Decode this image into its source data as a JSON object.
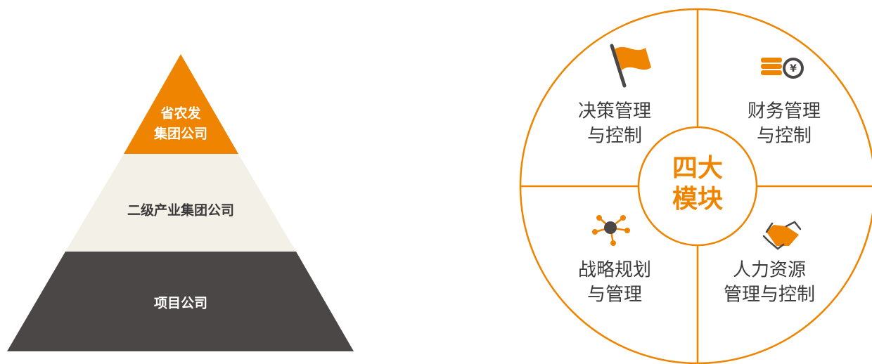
{
  "colors": {
    "orange": "#EE8400",
    "cream": "#F3F1E7",
    "dark": "#4A4746",
    "text_dark": "#3a3a3a",
    "white": "#ffffff"
  },
  "pyramid": {
    "tiers": [
      {
        "lines": [
          "省农发",
          "集团公司"
        ]
      },
      {
        "lines": [
          "二级产业集团公司"
        ]
      },
      {
        "lines": [
          "项目公司"
        ]
      }
    ]
  },
  "wheel": {
    "center_lines": [
      "四大",
      "模块"
    ],
    "modules": [
      {
        "icon": "flag-icon",
        "lines": [
          "决策管理",
          "与控制"
        ]
      },
      {
        "icon": "coins-icon",
        "lines": [
          "财务管理",
          "与控制"
        ]
      },
      {
        "icon": "network-icon",
        "lines": [
          "战略规划",
          "与管理"
        ]
      },
      {
        "icon": "handshake-icon",
        "lines": [
          "人力资源",
          "管理与控制"
        ]
      }
    ]
  }
}
